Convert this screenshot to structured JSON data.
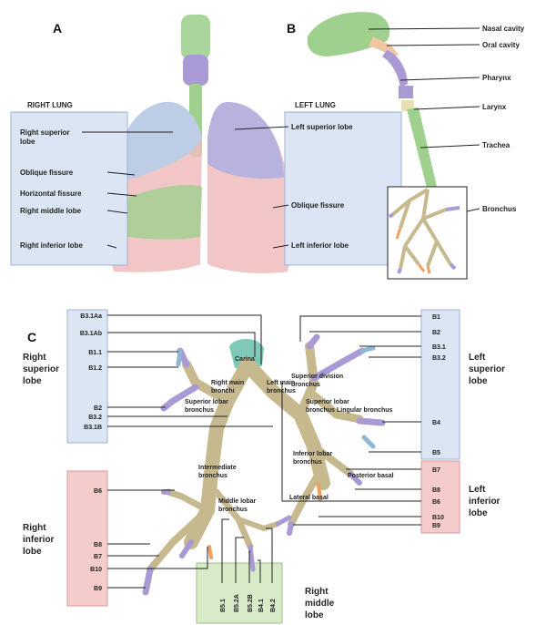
{
  "panels": {
    "a": "A",
    "b": "B",
    "c": "C"
  },
  "panel_a": {
    "right_header": "RIGHT LUNG",
    "left_header": "LEFT LUNG",
    "right_labels": [
      "Right superior\nlobe",
      "Oblique fissure",
      "Horizontal fissure",
      "Right middle lobe",
      "Right inferior lobe"
    ],
    "left_labels": [
      "Left superior lobe",
      "Oblique fissure",
      "Left inferior lobe"
    ]
  },
  "panel_b": {
    "labels": [
      "Nasal cavity",
      "Oral cavity",
      "Pharynx",
      "Larynx",
      "Trachea",
      "Bronchus"
    ]
  },
  "panel_c": {
    "left_codes": [
      "B3.1Aa",
      "B3.1Ab",
      "B1.1",
      "B1.2",
      "B2",
      "B3.2",
      "B3.1B",
      "B6",
      "B8",
      "B7",
      "B10",
      "B9"
    ],
    "right_codes": [
      "B1",
      "B2",
      "B3.1",
      "B3.2",
      "B4",
      "B5",
      "B7",
      "B8",
      "B6",
      "B10",
      "B9"
    ],
    "bottom_codes": [
      "B5.1",
      "B5.2A",
      "B5.2B",
      "B4.1",
      "B4.2"
    ],
    "inner": [
      "Carina",
      "Right main\nbronchi",
      "Left main\nbronchus",
      "Superior lobar\nbronchus",
      "Superior division\nbronchus",
      "Superior lobar\nbronchus",
      "Lingular bronchus",
      "Inferior lobar\nbronchus",
      "Posterior basal",
      "Lateral basal",
      "Intermediate\nbronchus",
      "Middle lobar\nbronchus"
    ],
    "lobes": {
      "right_superior": "Right\nsuperior\nlobe",
      "right_inferior": "Right\ninferior\nlobe",
      "left_superior": "Left\nsuperior\nlobe",
      "left_inferior": "Left\ninferior\nlobe",
      "right_middle": "Right\nmiddle\nlobe"
    }
  },
  "colors": {
    "blue_box": "#dbe5f3",
    "red_box": "#f4cccc",
    "green_box": "#d8ebc9",
    "airway": "#c7b98e",
    "segment": "#a99ad6",
    "trachea": "#9fd08e"
  }
}
